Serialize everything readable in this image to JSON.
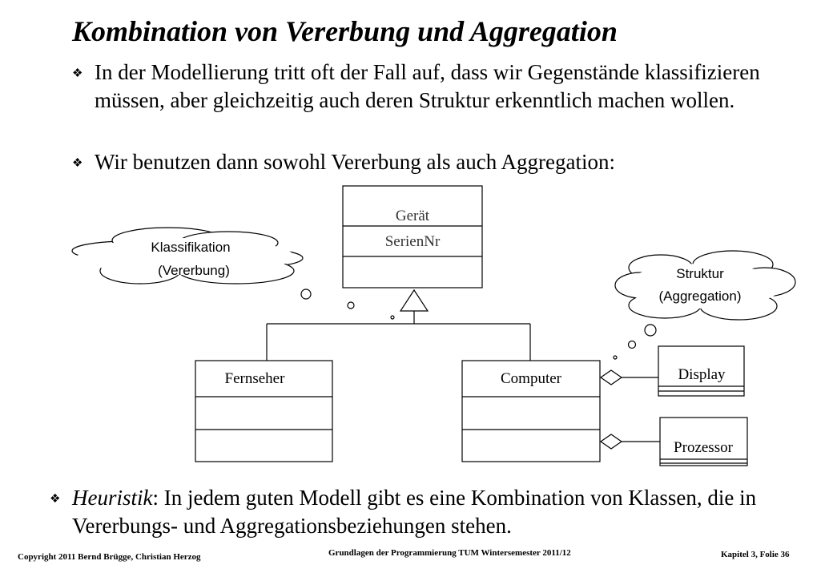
{
  "slide": {
    "title": "Kombination von Vererbung und Aggregation",
    "bullets": [
      {
        "text": "In der Modellierung tritt oft der Fall auf, dass wir Gegenstände klassifizieren müssen, aber gleichzeitig auch deren Struktur erkenntlich machen wollen."
      },
      {
        "text": "Wir benutzen dann sowohl Vererbung als auch Aggregation:"
      }
    ],
    "heuristic": {
      "term": "Heuristik",
      "text": ": In jedem guten Modell gibt es eine Kombination von Klassen, die in Vererbungs- und Aggregationsbeziehungen stehen."
    }
  },
  "diagram": {
    "classes": {
      "geraet": {
        "name": "Gerät",
        "attribute": "SerienNr"
      },
      "fernseher": {
        "name": "Fernseher"
      },
      "computer": {
        "name": "Computer"
      },
      "display": {
        "name": "Display"
      },
      "prozessor": {
        "name": "Prozessor"
      }
    },
    "clouds": {
      "klassifikation": {
        "line1": "Klassifikation",
        "line2": "(Vererbung)"
      },
      "struktur": {
        "line1": "Struktur",
        "line2": "(Aggregation)"
      }
    }
  },
  "footer": {
    "copyright": "Copyright 2011 Bernd Brügge, Christian Herzog",
    "course": "Grundlagen der Programmierung TUM Wintersemester 2011/12",
    "slide_number": "Kapitel 3, Folie 36"
  }
}
